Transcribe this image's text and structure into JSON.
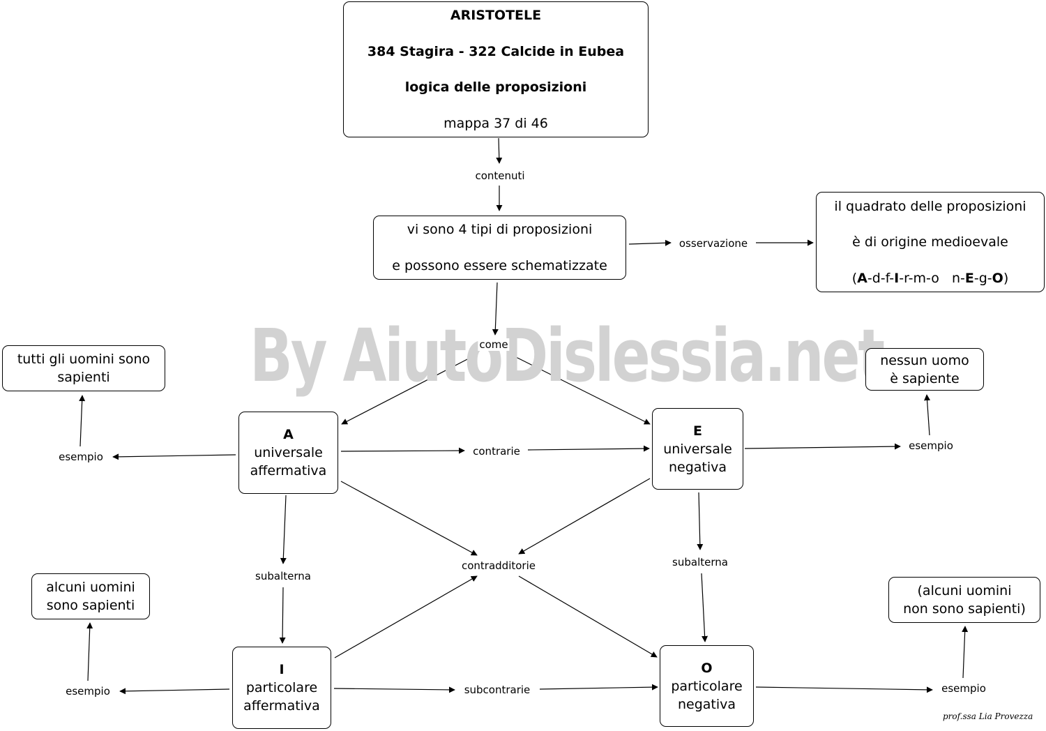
{
  "header": {
    "line1": "ARISTOTELE",
    "line2": "384 Stagira - 322 Calcide in Eubea",
    "line3": "logica delle proposizioni",
    "line4": "mappa 37 di 46"
  },
  "links": {
    "contenuti": "contenuti",
    "osservazione": "osservazione",
    "come": "come",
    "esempio_a": "esempio",
    "esempio_e": "esempio",
    "esempio_i": "esempio",
    "esempio_o": "esempio",
    "contrarie": "contrarie",
    "subcontrarie": "subcontrarie",
    "contraddittorie": "contradditorie",
    "subalterna_a": "subalterna",
    "subalterna_e": "subalterna"
  },
  "types_node": {
    "line1": "vi sono 4 tipi di proposizioni",
    "line2": "e possono essere schematizzate"
  },
  "square_note": {
    "line1": "il quadrato delle proposizioni",
    "line2": "è di origine medioevale",
    "mnemonic": [
      "(",
      "A",
      "-d-f-",
      "I",
      "-r-m-o   n-",
      "E",
      "-g-",
      "O",
      ")"
    ]
  },
  "prop_a": {
    "letter": "A",
    "line1": "universale",
    "line2": "affermativa"
  },
  "prop_e": {
    "letter": "E",
    "line1": "universale",
    "line2": "negativa"
  },
  "prop_i": {
    "letter": "I",
    "line1": "particolare",
    "line2": "affermativa"
  },
  "prop_o": {
    "letter": "O",
    "line1": "particolare",
    "line2": "negativa"
  },
  "examples": {
    "a": {
      "line1": "tutti gli uomini sono",
      "line2": "sapienti"
    },
    "e": {
      "line1": "nessun uomo",
      "line2": "è sapiente"
    },
    "i": {
      "line1": "alcuni uomini",
      "line2": "sono sapienti"
    },
    "o": {
      "line1": "(alcuni uomini",
      "line2": "non sono sapienti)"
    }
  },
  "watermark": "By AiutoDislessia.net",
  "signature": "prof.ssa Lia Provezza"
}
